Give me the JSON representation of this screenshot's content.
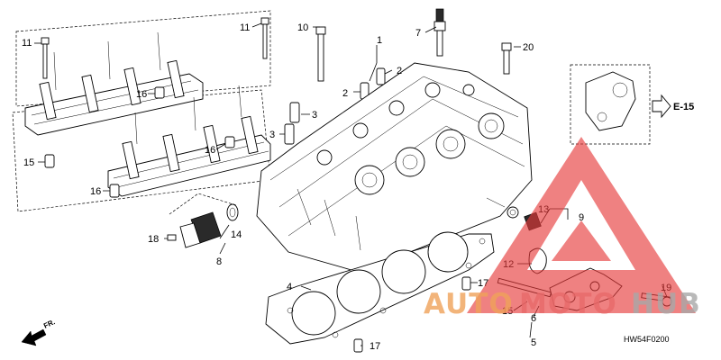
{
  "diagram": {
    "code": "HW54F0200",
    "direction_label": "FR.",
    "reference": {
      "label": "E-15"
    }
  },
  "callouts": [
    {
      "id": "c1",
      "label": "1"
    },
    {
      "id": "c2a",
      "label": "2"
    },
    {
      "id": "c2b",
      "label": "2"
    },
    {
      "id": "c3a",
      "label": "3"
    },
    {
      "id": "c3b",
      "label": "3"
    },
    {
      "id": "c4",
      "label": "4"
    },
    {
      "id": "c5",
      "label": "5"
    },
    {
      "id": "c6",
      "label": "6"
    },
    {
      "id": "c7",
      "label": "7"
    },
    {
      "id": "c8",
      "label": "8"
    },
    {
      "id": "c9",
      "label": "9"
    },
    {
      "id": "c10",
      "label": "10"
    },
    {
      "id": "c11a",
      "label": "11"
    },
    {
      "id": "c11b",
      "label": "11"
    },
    {
      "id": "c12",
      "label": "12"
    },
    {
      "id": "c13",
      "label": "13"
    },
    {
      "id": "c14",
      "label": "14"
    },
    {
      "id": "c15a",
      "label": "15"
    },
    {
      "id": "c15b",
      "label": "15"
    },
    {
      "id": "c16a",
      "label": "16"
    },
    {
      "id": "c16b",
      "label": "16"
    },
    {
      "id": "c16c",
      "label": "16"
    },
    {
      "id": "c17a",
      "label": "17"
    },
    {
      "id": "c17b",
      "label": "17"
    },
    {
      "id": "c18",
      "label": "18"
    },
    {
      "id": "c19",
      "label": "19"
    },
    {
      "id": "c20",
      "label": "20"
    }
  ],
  "watermark": {
    "text": "AUTOMOTOHUB",
    "colors": {
      "auto": "#f0a25a",
      "moto": "#e86a6a",
      "hub": "#a8a8a8",
      "triangle": "#e63a3a"
    }
  }
}
